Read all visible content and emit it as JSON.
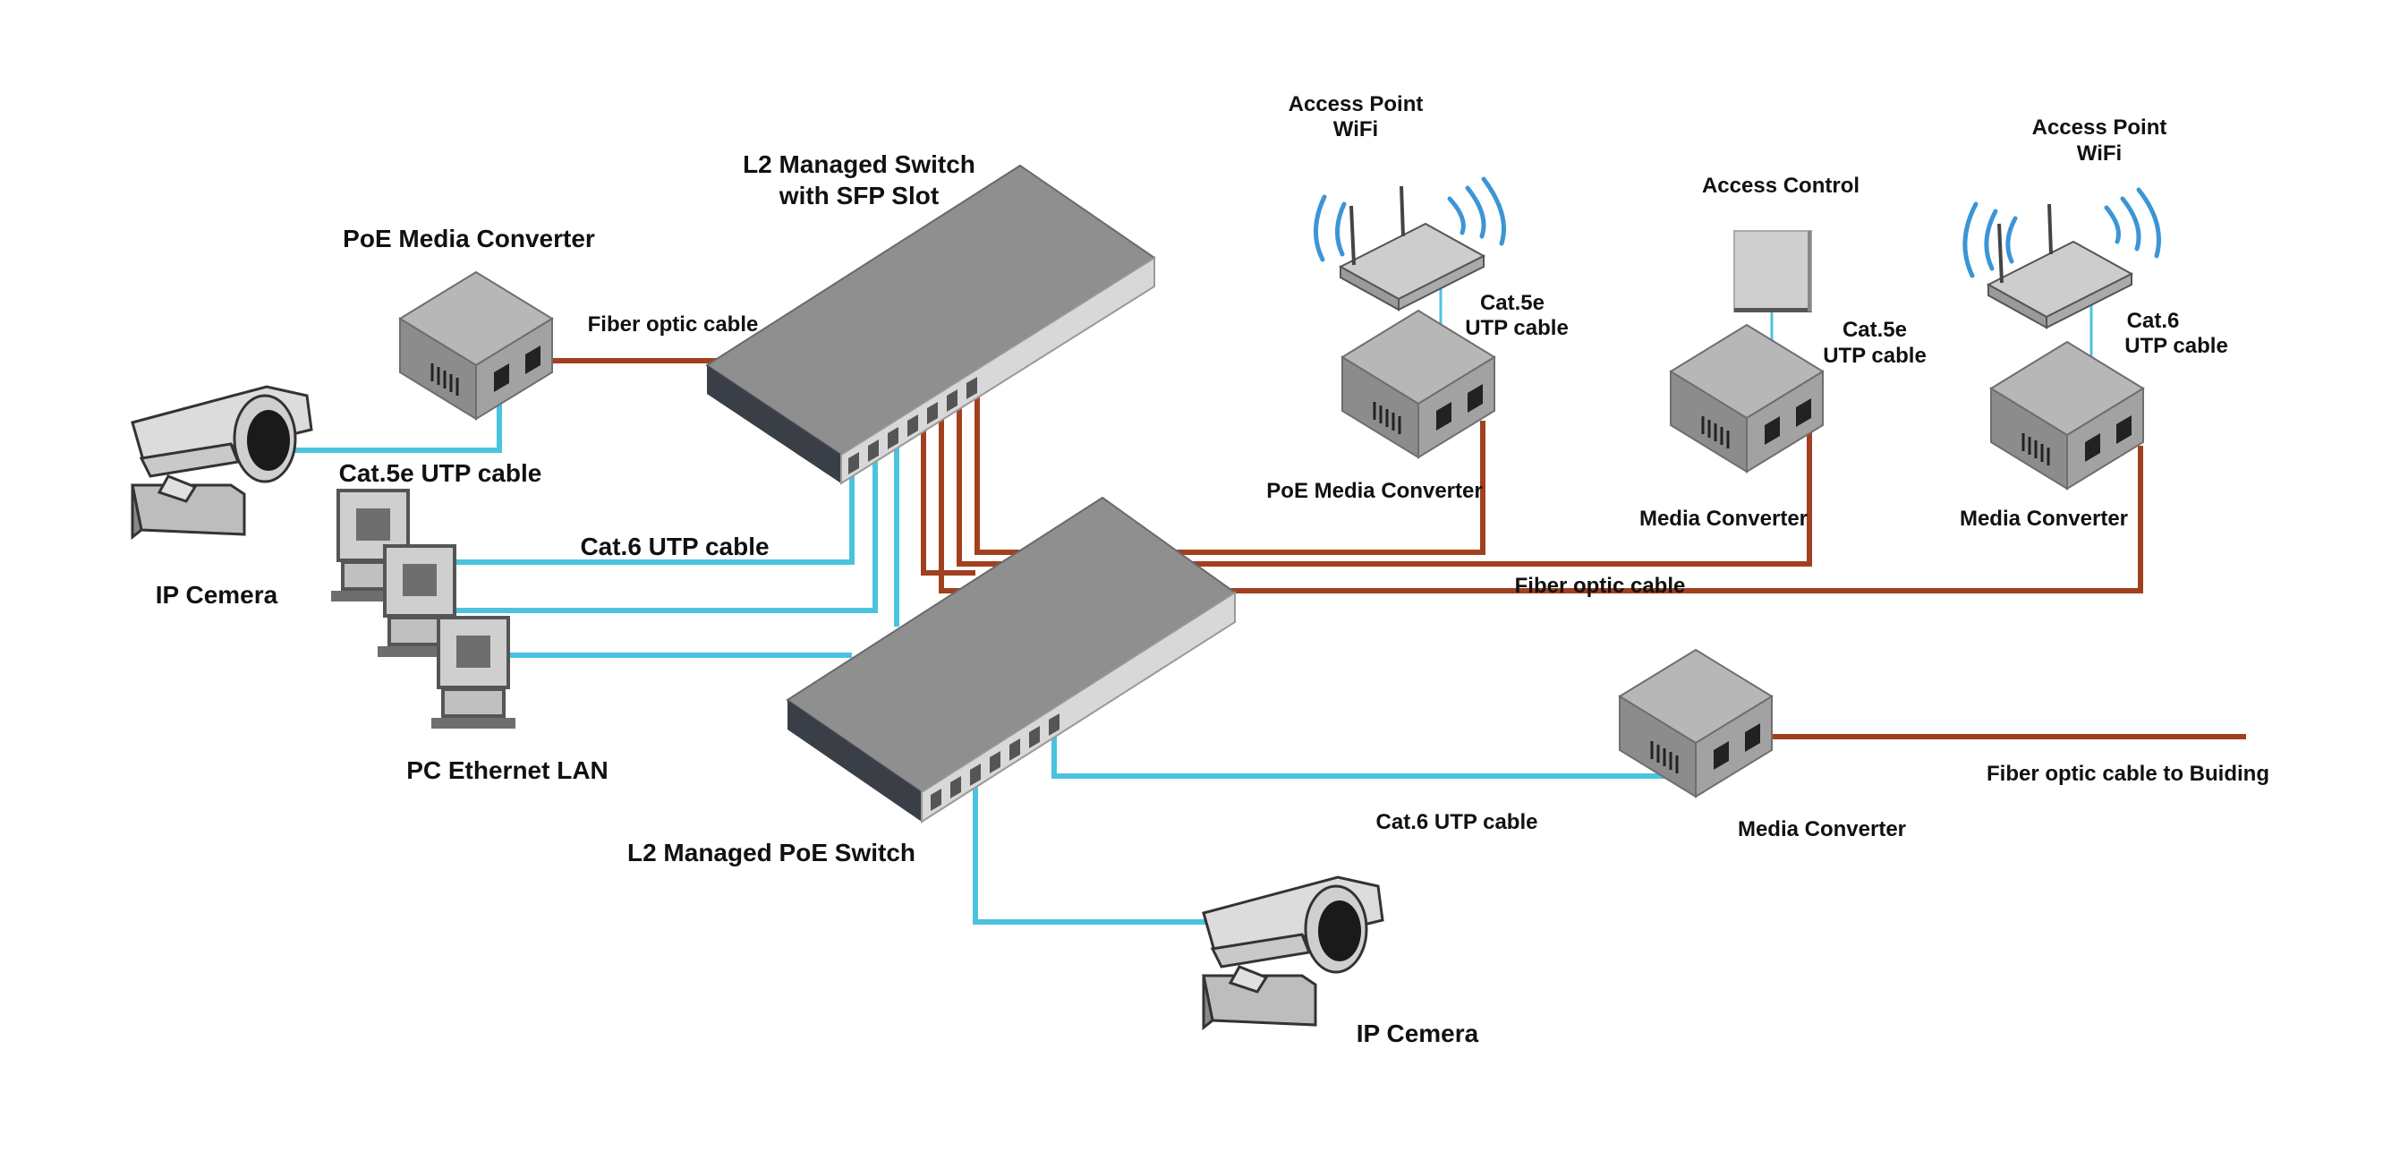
{
  "colors": {
    "fiber": "#a1401f",
    "utp": "#4cc3de",
    "device_top": "#b7b7b7",
    "device_side": "#8c8c8c",
    "switch_top": "#8f8f8f",
    "switch_front": "#3a3f47",
    "wifi_wave": "#3b95d6"
  },
  "icons": [
    "media-converter-icon",
    "switch-icon",
    "ip-camera-icon",
    "pc-icon",
    "access-point-icon",
    "access-control-icon",
    "wifi-wave-icon"
  ],
  "labels": {
    "core_switch_l1": "L2 Managed Switch",
    "core_switch_l2": "with SFP Slot",
    "poe_switch": "L2 Managed PoE Switch",
    "poe_mc_left": "PoE Media Converter",
    "fiber_left": "Fiber optic cable",
    "cat5e_left": "Cat.5e UTP cable",
    "cat6_pc": "Cat.6 UTP cable",
    "ip_camera_left": "IP Cemera",
    "pc_lan": "PC Ethernet LAN",
    "ap1_l1": "Access Point",
    "ap1_l2": "WiFi",
    "ap1_cable_l1": "Cat.5e",
    "ap1_cable_l2": "UTP cable",
    "poe_mc_ap": "PoE Media Converter",
    "access_control": "Access Control",
    "ac_cable_l1": "Cat.5e",
    "ac_cable_l2": "UTP cable",
    "mc_ac": "Media Converter",
    "ap2_l1": "Access Point",
    "ap2_l2": "WiFi",
    "ap2_cable_l1": "Cat.6",
    "ap2_cable_l2": "UTP cable",
    "mc_ap2": "Media Converter",
    "fiber_mid": "Fiber optic cable",
    "cat6_bottom": "Cat.6 UTP cable",
    "mc_building": "Media Converter",
    "fiber_building": "Fiber optic cable to Buiding",
    "ip_camera_bottom": "IP Cemera"
  }
}
